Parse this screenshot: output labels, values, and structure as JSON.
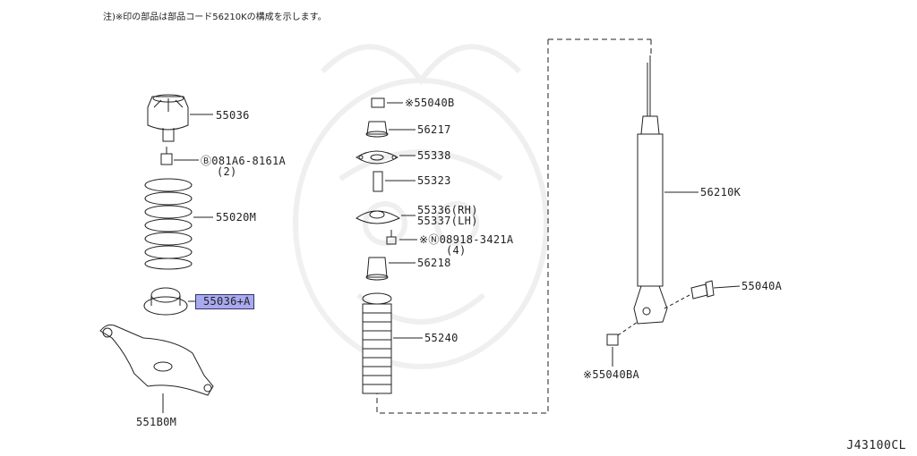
{
  "note": "注)※印の部品は部品コード56210Kの構成を示します。",
  "diagram_code": "J43100CL",
  "labels": {
    "p55036": "55036",
    "p081A6": "Ⓑ081A6-8161A",
    "p081A6_qty": "(2)",
    "p55020M": "55020M",
    "p55036A": "55036+A",
    "p551B0M": "551B0M",
    "p55040B": "※55040B",
    "p56217": "56217",
    "p55338": "55338",
    "p55323": "55323",
    "p55336": "55336(RH)",
    "p55337": "55337(LH)",
    "p08918": "※Ⓝ08918-3421A",
    "p08918_qty": "(4)",
    "p56218": "56218",
    "p55240": "55240",
    "p56210K": "56210K",
    "p55040A": "55040A",
    "p55040BA": "※55040BA"
  }
}
